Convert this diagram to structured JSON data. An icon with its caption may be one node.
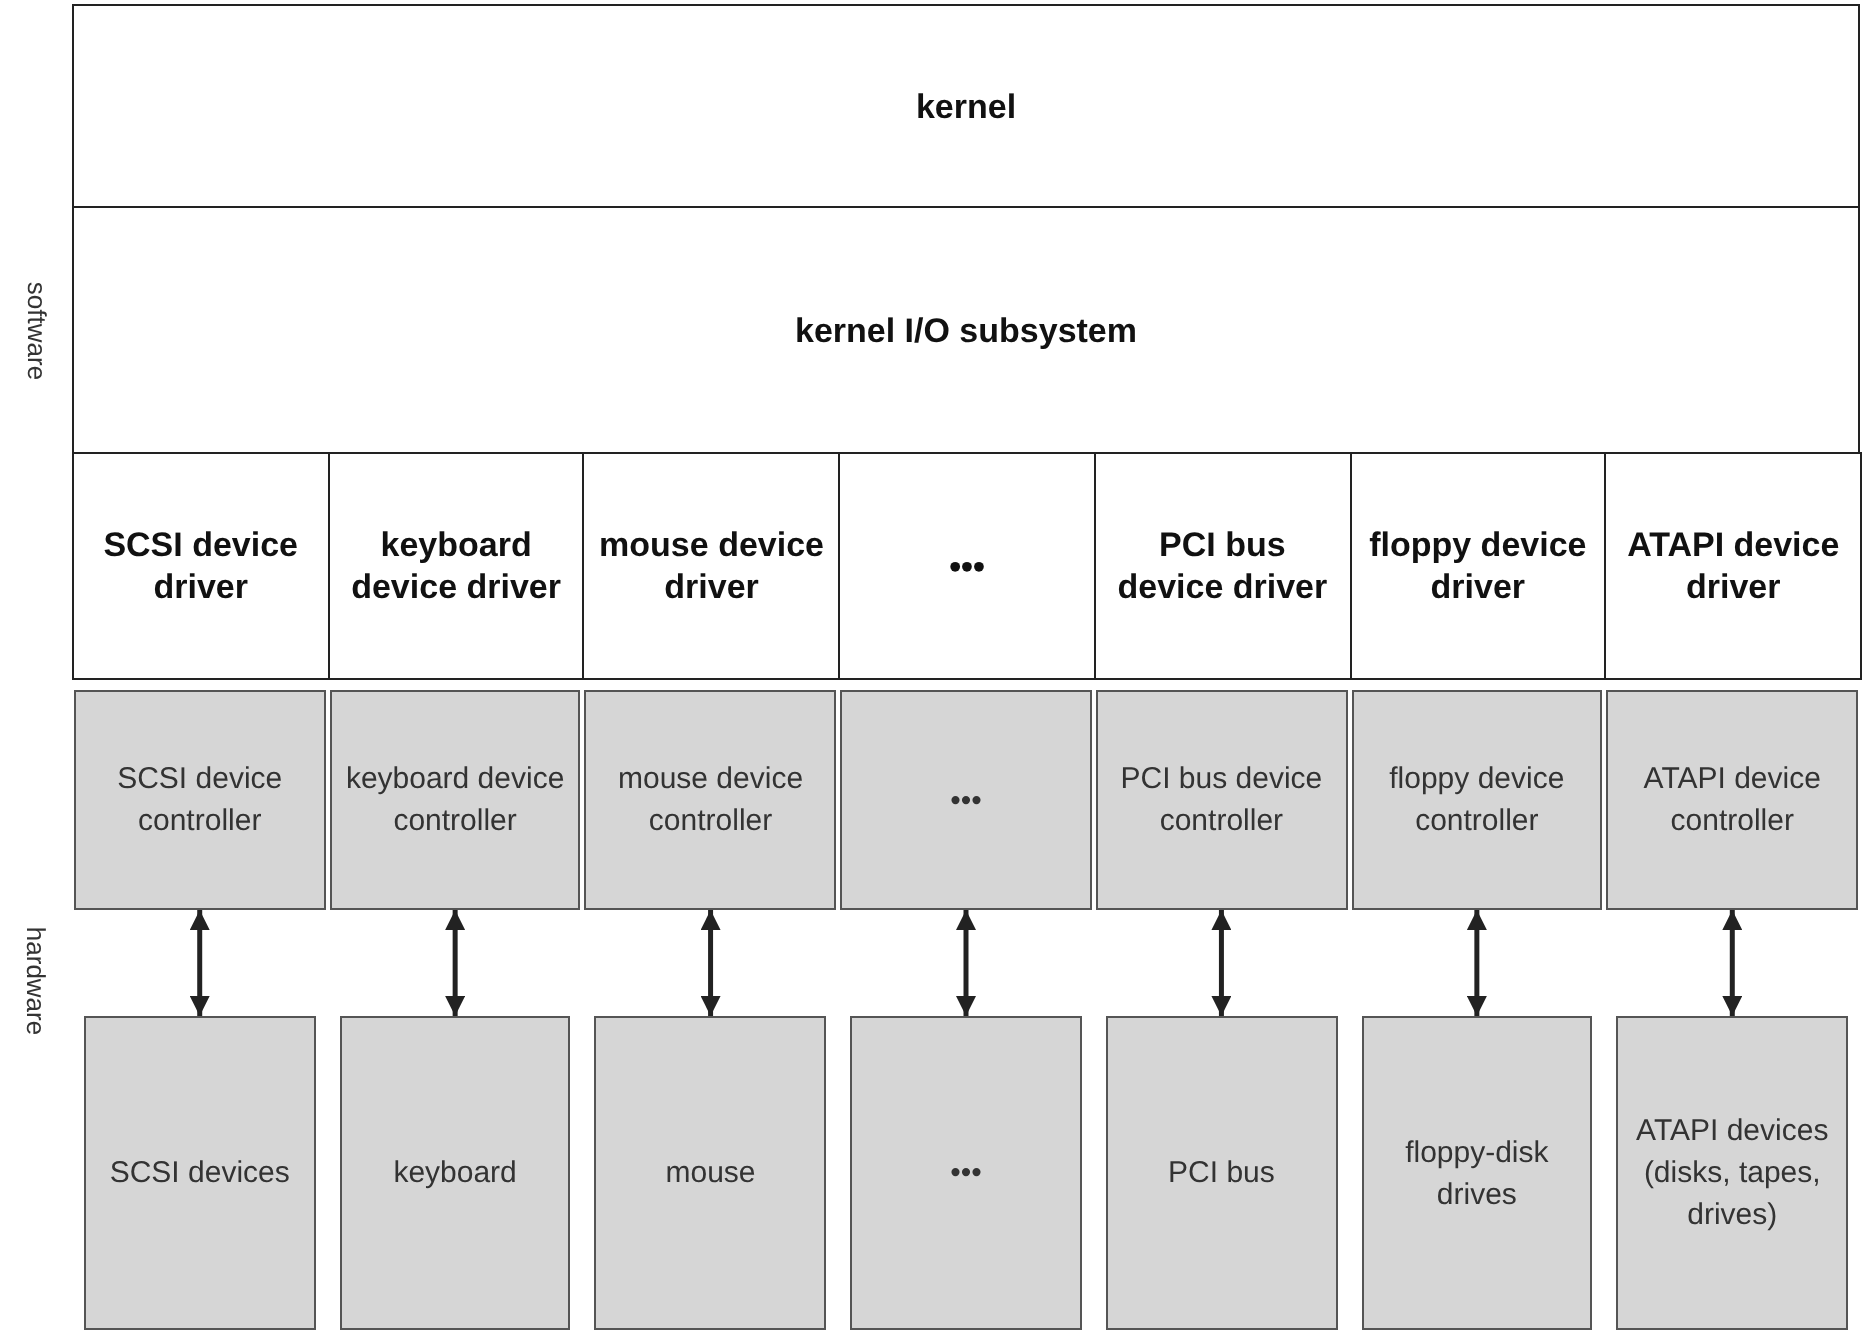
{
  "diagram": {
    "nodes": [
      {
        "text": [
          "kernel"
        ]
      },
      {
        "text": [
          "kernel I/O subsystem"
        ]
      },
      {
        "text": [
          "SCSI device driver"
        ]
      },
      {
        "text": [
          "keyboard device driver"
        ]
      },
      {
        "text": [
          "mouse device driver"
        ]
      },
      {
        "text": [
          "•••"
        ]
      },
      {
        "text": [
          "PCI bus device driver"
        ]
      },
      {
        "text": [
          "floppy device driver"
        ]
      },
      {
        "text": [
          "ATAPI device driver"
        ]
      },
      {
        "text": [
          "SCSI device controller"
        ]
      },
      {
        "text": [
          "keyboard device controller"
        ]
      },
      {
        "text": [
          "mouse device controller"
        ]
      },
      {
        "text": [
          "•••"
        ]
      },
      {
        "text": [
          "PCI bus device controller"
        ]
      },
      {
        "text": [
          "floppy device controller"
        ]
      },
      {
        "text": [
          "ATAPI device controller"
        ]
      },
      {
        "text": [
          "SCSI devices"
        ]
      },
      {
        "text": [
          "keyboard"
        ]
      },
      {
        "text": [
          "mouse"
        ]
      },
      {
        "text": [
          "•••"
        ]
      },
      {
        "text": [
          "PCI bus"
        ]
      },
      {
        "text": [
          "floppy-disk drives"
        ]
      },
      {
        "text": [
          "ATAPI devices (disks, tapes, drives)"
        ]
      }
    ],
    "edges": [
      {
        "from": 9,
        "to": 16,
        "arrow": "both"
      },
      {
        "from": 10,
        "to": 17,
        "arrow": "both"
      },
      {
        "from": 11,
        "to": 18,
        "arrow": "both"
      },
      {
        "from": 12,
        "to": 19,
        "arrow": "both"
      },
      {
        "from": 13,
        "to": 20,
        "arrow": "both"
      },
      {
        "from": 14,
        "to": 21,
        "arrow": "both"
      },
      {
        "from": 15,
        "to": 22,
        "arrow": "both"
      }
    ],
    "labels": [
      "software",
      "hardware"
    ]
  }
}
